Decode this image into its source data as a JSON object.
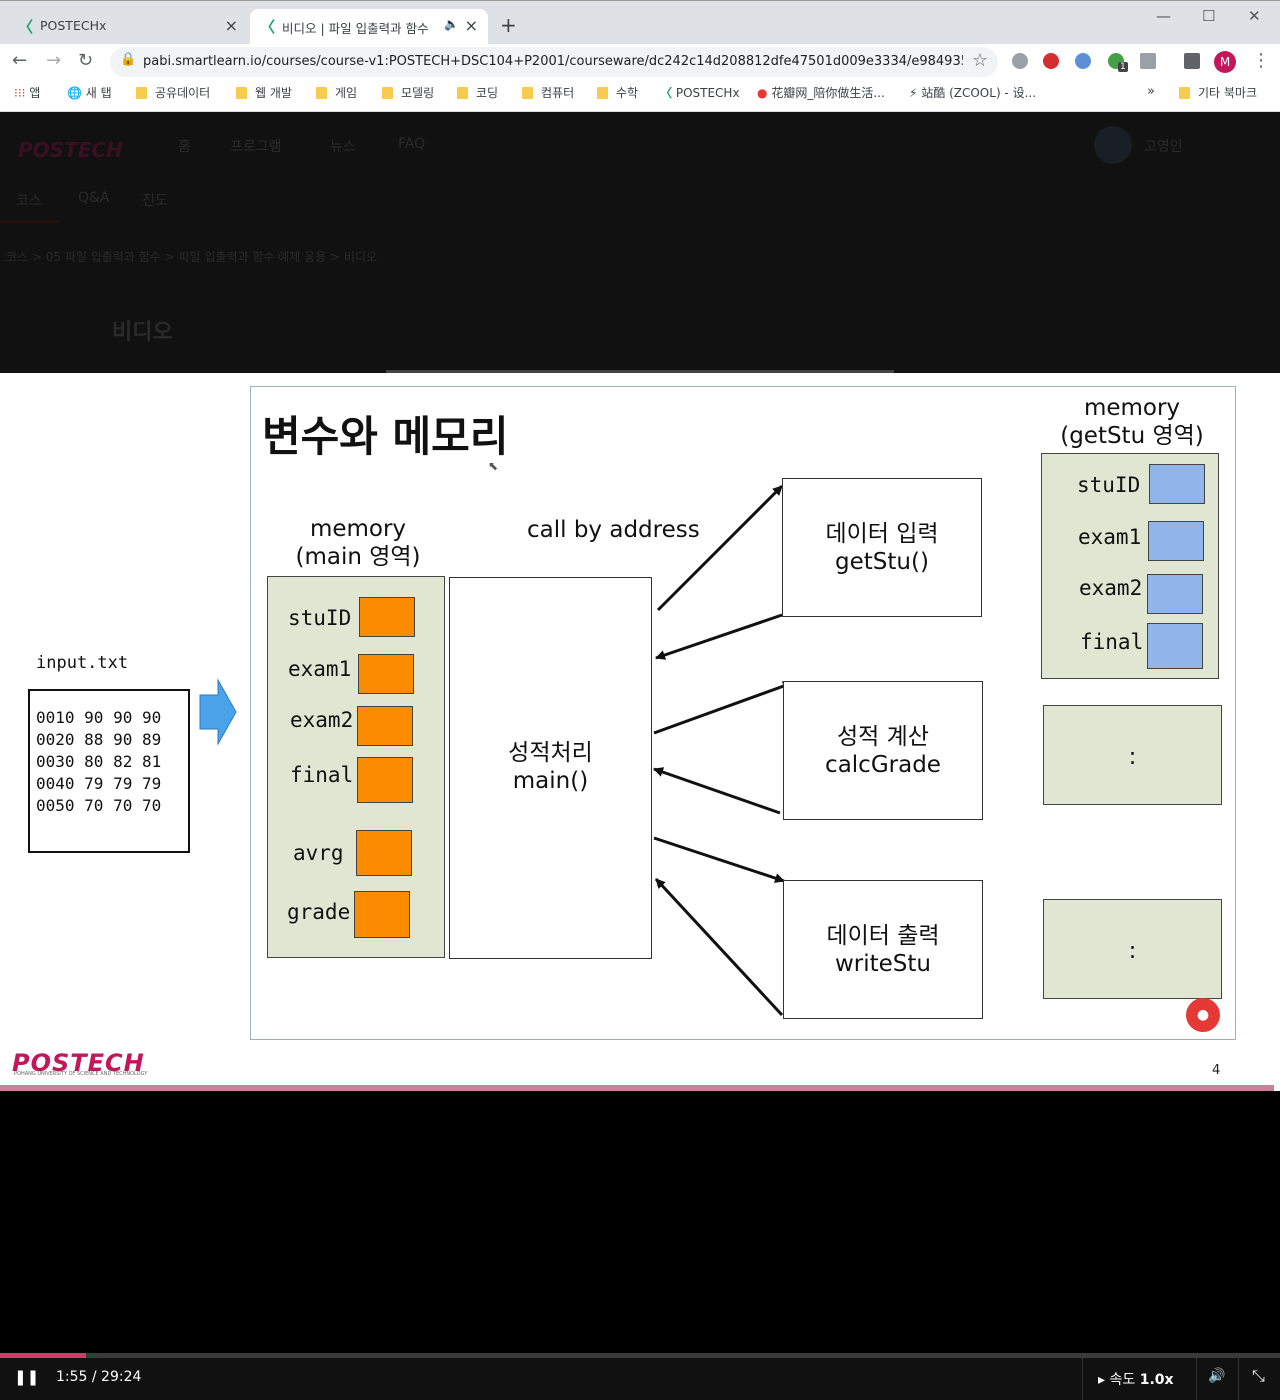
{
  "tabs": [
    {
      "label": "POSTECHx",
      "close": "×"
    },
    {
      "label": "비디오 | 파일 입출력과 함수",
      "close": "×",
      "audio": "🔈"
    }
  ],
  "new_tab": "+",
  "window_controls": {
    "minimize": "—",
    "maximize": "☐",
    "close": "✕"
  },
  "address_bar": {
    "url": "pabi.smartlearn.io/courses/course-v1:POSTECH+DSC104+P2001/courseware/dc242c14d208812dfe47501d009e3334/e98493596d5..."
  },
  "profile_initial": "M",
  "extension_badge": "1",
  "bookmarks": [
    "앱",
    "새 탭",
    "공유데이터",
    "웹 개발",
    "게임",
    "모델링",
    "코딩",
    "컴퓨터",
    "수학",
    "POSTECHx",
    "花瓣网_陪你做生活...",
    "站酷 (ZCOOL) - 设...",
    "»",
    "기타 북마크"
  ],
  "site_nav": {
    "brand": "POSTECH",
    "items": [
      "홈",
      "프로그램",
      "뉴스",
      "FAQ"
    ],
    "user": "고영인",
    "subtabs": [
      "코스",
      "Q&A",
      "진도"
    ],
    "breadcrumb": "코스 > 05 파일 입출력과 함수 > 파일 입출력과 함수 예제 응용 > 비디오",
    "page_title": "비디오"
  },
  "slide": {
    "title": "변수와 메모리",
    "input_label": "input.txt",
    "input_rows": [
      "0010 90 90 90",
      "0020 88 90 89",
      "0030 80 82 81",
      "0040 79 79 79",
      "0050 70 70 70"
    ],
    "main_memory_label_1": "memory",
    "main_memory_label_2": "(main 영역)",
    "main_vars": [
      "stuID",
      "exam1",
      "exam2",
      "final",
      "avrg",
      "grade"
    ],
    "call_label": "call by address",
    "main_box_1": "성적처리",
    "main_box_2": "main()",
    "func1_1": "데이터 입력",
    "func1_2": "getStu()",
    "func2_1": "성적 계산",
    "func2_2": "calcGrade",
    "func3_1": "데이터 출력",
    "func3_2": "writeStu",
    "get_memory_label_1": "memory",
    "get_memory_label_2": "(getStu 영역)",
    "get_vars": [
      "stuID",
      "exam1",
      "exam2",
      "final"
    ],
    "ellipsis_1": ":",
    "ellipsis_2": ":",
    "logo": "POSTECH",
    "logo_sub": "POHANG UNIVERSITY OF SCIENCE AND TECHNOLOGY",
    "page_number": "4"
  },
  "player": {
    "time": "1:55 / 29:24",
    "speed_label": "속도",
    "speed_value": "1.0x",
    "progress": 0.067
  }
}
